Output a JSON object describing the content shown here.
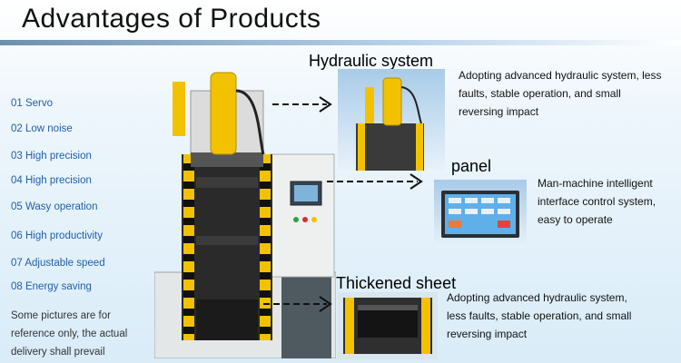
{
  "title": "Advantages of Products",
  "features": [
    "01 Servo",
    "02 Low noise",
    "03 High precision",
    "04 High precision",
    "05 Wasy operation",
    "06 High productivity",
    "07  Adjustable speed",
    "08 Energy saving"
  ],
  "note": "Some pictures are for reference only, the actual delivery shall prevail",
  "sections": {
    "hydraulic": {
      "heading": "Hydraulic system",
      "desc": "Adopting advanced hydraulic system, less faults, stable operation, and small reversing impact"
    },
    "panel": {
      "heading": "panel",
      "desc": "Man-machine intelligent interface control system, easy to operate"
    },
    "sheet": {
      "heading": "Thickened sheet",
      "desc": "Adopting advanced hydraulic system, less faults, stable operation, and small reversing impact"
    }
  },
  "colors": {
    "feature_text": "#1f5fa8",
    "machine_yellow": "#f2c200",
    "machine_body": "#e9ecec"
  }
}
